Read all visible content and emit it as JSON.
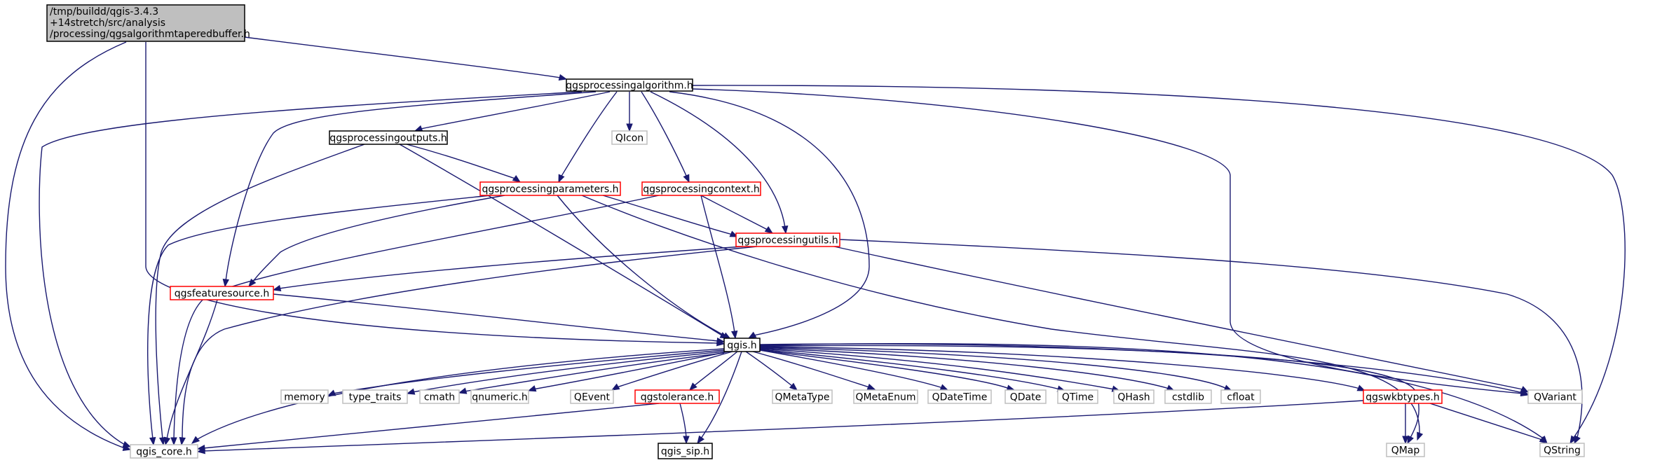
{
  "colors": {
    "edge": "#191970",
    "box_black": "#000000",
    "box_red": "#ff0000",
    "box_gray": "#bfbfbf",
    "root_fill": "#bfbfbf",
    "fill": "#ffffff"
  },
  "nodes": {
    "root": {
      "lines": [
        "/tmp/buildd/qgis-3.4.3",
        "+14stretch/src/analysis",
        "/processing/qgsalgorithmtaperedbuffer.h"
      ],
      "style": "root"
    },
    "qgsprocessingalgorithm": {
      "lines": [
        "qgsprocessingalgorithm.h"
      ],
      "style": "black"
    },
    "qgsprocessingoutputs": {
      "lines": [
        "qgsprocessingoutputs.h"
      ],
      "style": "black"
    },
    "qicon": {
      "lines": [
        "QIcon"
      ],
      "style": "gray"
    },
    "qgsprocessingparameters": {
      "lines": [
        "qgsprocessingparameters.h"
      ],
      "style": "red"
    },
    "qgsprocessingcontext": {
      "lines": [
        "qgsprocessingcontext.h"
      ],
      "style": "red"
    },
    "qgsprocessingutils": {
      "lines": [
        "qgsprocessingutils.h"
      ],
      "style": "red"
    },
    "qgsfeaturesource": {
      "lines": [
        "qgsfeaturesource.h"
      ],
      "style": "red"
    },
    "qgis": {
      "lines": [
        "qgis.h"
      ],
      "style": "black"
    },
    "qgis_core": {
      "lines": [
        "qgis_core.h"
      ],
      "style": "gray"
    },
    "memory": {
      "lines": [
        "memory"
      ],
      "style": "gray"
    },
    "type_traits": {
      "lines": [
        "type_traits"
      ],
      "style": "gray"
    },
    "cmath": {
      "lines": [
        "cmath"
      ],
      "style": "gray"
    },
    "qnumeric": {
      "lines": [
        "qnumeric.h"
      ],
      "style": "gray"
    },
    "qevent": {
      "lines": [
        "QEvent"
      ],
      "style": "gray"
    },
    "qgstolerance": {
      "lines": [
        "qgstolerance.h"
      ],
      "style": "red"
    },
    "qgis_sip": {
      "lines": [
        "qgis_sip.h"
      ],
      "style": "black"
    },
    "qmetatype": {
      "lines": [
        "QMetaType"
      ],
      "style": "gray"
    },
    "qmetaenum": {
      "lines": [
        "QMetaEnum"
      ],
      "style": "gray"
    },
    "qdatetime": {
      "lines": [
        "QDateTime"
      ],
      "style": "gray"
    },
    "qdate": {
      "lines": [
        "QDate"
      ],
      "style": "gray"
    },
    "qtime": {
      "lines": [
        "QTime"
      ],
      "style": "gray"
    },
    "qhash": {
      "lines": [
        "QHash"
      ],
      "style": "gray"
    },
    "cstdlib": {
      "lines": [
        "cstdlib"
      ],
      "style": "gray"
    },
    "cfloat": {
      "lines": [
        "cfloat"
      ],
      "style": "gray"
    },
    "qgswkbtypes": {
      "lines": [
        "qgswkbtypes.h"
      ],
      "style": "red"
    },
    "qmap": {
      "lines": [
        "QMap"
      ],
      "style": "gray"
    },
    "qstring": {
      "lines": [
        "QString"
      ],
      "style": "gray"
    },
    "qvariant": {
      "lines": [
        "QVariant"
      ],
      "style": "gray"
    }
  },
  "edges": [
    [
      "root",
      "qgsprocessingalgorithm"
    ],
    [
      "root",
      "qgis_core"
    ],
    [
      "root",
      "qgis"
    ],
    [
      "qgsprocessingalgorithm",
      "qgis_core"
    ],
    [
      "qgsprocessingalgorithm",
      "qgsprocessingoutputs"
    ],
    [
      "qgsprocessingalgorithm",
      "qgsfeaturesource"
    ],
    [
      "qgsprocessingalgorithm",
      "qgsprocessingparameters"
    ],
    [
      "qgsprocessingalgorithm",
      "qicon"
    ],
    [
      "qgsprocessingalgorithm",
      "qgsprocessingcontext"
    ],
    [
      "qgsprocessingalgorithm",
      "qgsprocessingutils"
    ],
    [
      "qgsprocessingalgorithm",
      "qgis"
    ],
    [
      "qgsprocessingalgorithm",
      "qvariant"
    ],
    [
      "qgsprocessingalgorithm",
      "qstring"
    ],
    [
      "qgsprocessingoutputs",
      "qgis_core"
    ],
    [
      "qgsprocessingoutputs",
      "qgsprocessingparameters"
    ],
    [
      "qgsprocessingoutputs",
      "qgis"
    ],
    [
      "qgsprocessingparameters",
      "qgis_core"
    ],
    [
      "qgsprocessingparameters",
      "qgsfeaturesource"
    ],
    [
      "qgsprocessingparameters",
      "qgsprocessingutils"
    ],
    [
      "qgsprocessingparameters",
      "qgis"
    ],
    [
      "qgsprocessingparameters",
      "qmap"
    ],
    [
      "qgsprocessingcontext",
      "qgis_core"
    ],
    [
      "qgsprocessingcontext",
      "qgsprocessingutils"
    ],
    [
      "qgsprocessingcontext",
      "qgis"
    ],
    [
      "qgsprocessingutils",
      "qgis_core"
    ],
    [
      "qgsprocessingutils",
      "qgsfeaturesource"
    ],
    [
      "qgsprocessingutils",
      "qvariant"
    ],
    [
      "qgsprocessingutils",
      "qstring"
    ],
    [
      "qgsfeaturesource",
      "qgis_core"
    ],
    [
      "qgsfeaturesource",
      "qgis"
    ],
    [
      "qgis",
      "qgis_core"
    ],
    [
      "qgis",
      "memory"
    ],
    [
      "qgis",
      "type_traits"
    ],
    [
      "qgis",
      "cmath"
    ],
    [
      "qgis",
      "qnumeric"
    ],
    [
      "qgis",
      "qevent"
    ],
    [
      "qgis",
      "qgstolerance"
    ],
    [
      "qgis",
      "qgis_sip"
    ],
    [
      "qgis",
      "qmetatype"
    ],
    [
      "qgis",
      "qmetaenum"
    ],
    [
      "qgis",
      "qdatetime"
    ],
    [
      "qgis",
      "qdate"
    ],
    [
      "qgis",
      "qtime"
    ],
    [
      "qgis",
      "qhash"
    ],
    [
      "qgis",
      "cstdlib"
    ],
    [
      "qgis",
      "cfloat"
    ],
    [
      "qgis",
      "qgswkbtypes"
    ],
    [
      "qgis",
      "qmap"
    ],
    [
      "qgis",
      "qstring"
    ],
    [
      "qgis",
      "qvariant"
    ],
    [
      "qgstolerance",
      "qgis_core"
    ],
    [
      "qgstolerance",
      "qgis_sip"
    ],
    [
      "qgswkbtypes",
      "qgis_core"
    ],
    [
      "qgswkbtypes",
      "qmap"
    ],
    [
      "qgswkbtypes",
      "qstring"
    ]
  ]
}
